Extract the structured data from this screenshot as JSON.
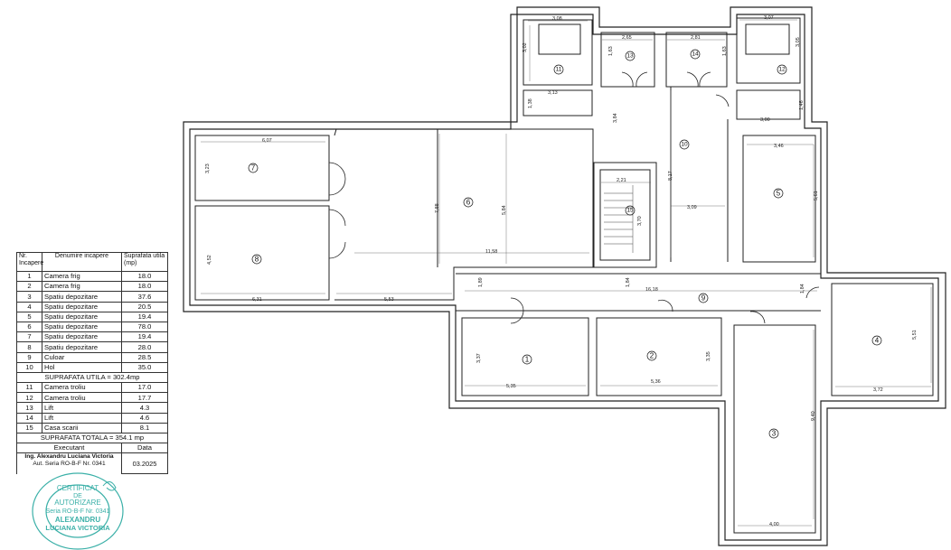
{
  "legend": {
    "headers": {
      "nr": "Nr. Incapere",
      "name": "Denumire incapere",
      "area": "Suprafata utila (mp)"
    },
    "rows_a": [
      {
        "nr": "1",
        "name": "Camera frig",
        "area": "18.0"
      },
      {
        "nr": "2",
        "name": "Camera frig",
        "area": "18.0"
      },
      {
        "nr": "3",
        "name": "Spatiu depozitare",
        "area": "37.6"
      },
      {
        "nr": "4",
        "name": "Spatiu depozitare",
        "area": "20.5"
      },
      {
        "nr": "5",
        "name": "Spatiu depozitare",
        "area": "19.4"
      },
      {
        "nr": "6",
        "name": "Spatiu depozitare",
        "area": "78.0"
      },
      {
        "nr": "7",
        "name": "Spatiu depozitare",
        "area": "19.4"
      },
      {
        "nr": "8",
        "name": "Spatiu depozitare",
        "area": "28.0"
      },
      {
        "nr": "9",
        "name": "Culoar",
        "area": "28.5"
      },
      {
        "nr": "10",
        "name": "Hol",
        "area": "35.0"
      }
    ],
    "subtotal": "SUPRAFATA UTILA = 302.4mp",
    "rows_b": [
      {
        "nr": "11",
        "name": "Camera troliu",
        "area": "17.0"
      },
      {
        "nr": "12",
        "name": "Camera troliu",
        "area": "17.7"
      },
      {
        "nr": "13",
        "name": "Lift",
        "area": "4.3"
      },
      {
        "nr": "14",
        "name": "Lift",
        "area": "4.6"
      },
      {
        "nr": "15",
        "name": "Casa scarii",
        "area": "8.1"
      }
    ],
    "total": "SUPRAFATA TOTALA = 354.1 mp",
    "executant_label": "Executant",
    "data_label": "Data",
    "engineer": "Ing. Alexandru Luciana Victoria",
    "authorization": "Aut. Seria RO-B-F Nr. 0341",
    "date": "03.2025"
  },
  "stamp": {
    "line1": "CERTIFICAT",
    "line2": "DE",
    "line3": "AUTORIZARE",
    "line4": "Seria RO-B-F Nr. 0341",
    "line5": "ALEXANDRU",
    "line6": "LUCIANA VICTORIA",
    "color": "#3bb0a8"
  },
  "plan": {
    "rooms": [
      "1",
      "2",
      "3",
      "4",
      "5",
      "6",
      "7",
      "8",
      "9",
      "10",
      "11",
      "12",
      "13",
      "14",
      "15"
    ],
    "dimensions": {
      "r11_w": "3,08",
      "r11_h": "3,02",
      "r11_b": "3,13",
      "r11_s": "1,38",
      "r13_w": "2,65",
      "r13_h": "1,63",
      "r14_w": "2,81",
      "r14_h": "1,63",
      "r12_w": "3,07",
      "r12_h": "3,05",
      "r12_b": "3,00",
      "r12_s": "1,46",
      "r10_v": "8,17",
      "r10_h": "3,09",
      "shaft_h": "3,84",
      "r15_w": "2,21",
      "r15_h": "3,70",
      "r7_w": "6,07",
      "r7_h": "3,23",
      "r8_h": "4,52",
      "r8_w": "6,31",
      "r6_h1": "7,88",
      "r6_h2": "5,84",
      "r6_w": "11,58",
      "r6_b": "5,53",
      "r5_w": "3,46",
      "r5_h": "5,61",
      "r9_w": "16,18",
      "r9_h1": "1,89",
      "r9_h2": "1,84",
      "r9_h3": "1,84",
      "r1_h": "3,37",
      "r1_w": "5,35",
      "r2_h": "3,35",
      "r2_w": "5,36",
      "r4_h": "5,51",
      "r4_w": "3,72",
      "r3_h": "9,40",
      "r3_w": "4,00"
    }
  }
}
